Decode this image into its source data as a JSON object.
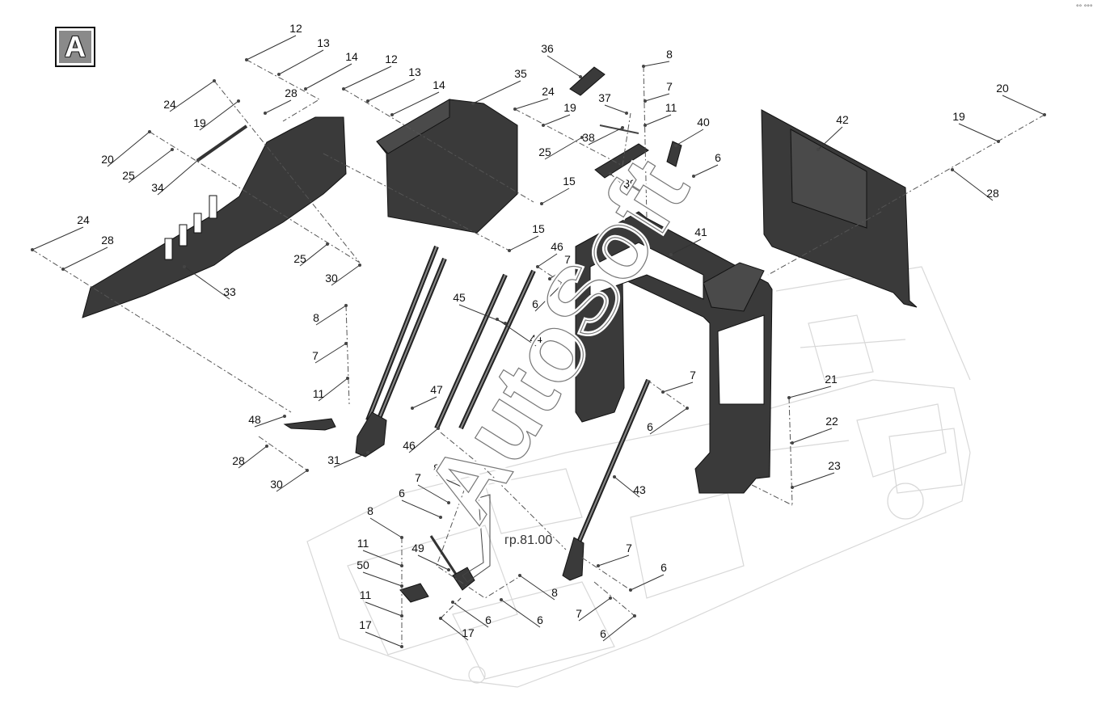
{
  "diagram": {
    "view_badge": "A",
    "watermark": "AutoSoft",
    "reference_label": "гр.81.00",
    "corner_mark": "°° °°°",
    "callouts": [
      {
        "id": "c1",
        "text": "12"
      },
      {
        "id": "c2",
        "text": "13"
      },
      {
        "id": "c3",
        "text": "14"
      },
      {
        "id": "c4",
        "text": "12"
      },
      {
        "id": "c5",
        "text": "13"
      },
      {
        "id": "c6",
        "text": "14"
      },
      {
        "id": "c7",
        "text": "36"
      },
      {
        "id": "c8",
        "text": "35"
      },
      {
        "id": "c9",
        "text": "8"
      },
      {
        "id": "c10",
        "text": "7"
      },
      {
        "id": "c11",
        "text": "37"
      },
      {
        "id": "c12",
        "text": "11"
      },
      {
        "id": "c13",
        "text": "24"
      },
      {
        "id": "c14",
        "text": "28"
      },
      {
        "id": "c15",
        "text": "19"
      },
      {
        "id": "c16",
        "text": "24"
      },
      {
        "id": "c17",
        "text": "19"
      },
      {
        "id": "c18",
        "text": "38"
      },
      {
        "id": "c19",
        "text": "40"
      },
      {
        "id": "c20",
        "text": "25"
      },
      {
        "id": "c21",
        "text": "20"
      },
      {
        "id": "c22",
        "text": "25"
      },
      {
        "id": "c23",
        "text": "34"
      },
      {
        "id": "c24",
        "text": "6"
      },
      {
        "id": "c25",
        "text": "39"
      },
      {
        "id": "c26",
        "text": "15"
      },
      {
        "id": "c27",
        "text": "42"
      },
      {
        "id": "c28",
        "text": "20"
      },
      {
        "id": "c29",
        "text": "19"
      },
      {
        "id": "c30",
        "text": "28"
      },
      {
        "id": "c31",
        "text": "24"
      },
      {
        "id": "c32",
        "text": "28"
      },
      {
        "id": "c33",
        "text": "15"
      },
      {
        "id": "c34",
        "text": "41"
      },
      {
        "id": "c35",
        "text": "46"
      },
      {
        "id": "c36",
        "text": "7"
      },
      {
        "id": "c37",
        "text": "25"
      },
      {
        "id": "c38",
        "text": "30"
      },
      {
        "id": "c39",
        "text": "33"
      },
      {
        "id": "c40",
        "text": "6"
      },
      {
        "id": "c41",
        "text": "45"
      },
      {
        "id": "c42",
        "text": "8"
      },
      {
        "id": "c43",
        "text": "44"
      },
      {
        "id": "c44",
        "text": "7"
      },
      {
        "id": "c45",
        "text": "21"
      },
      {
        "id": "c46",
        "text": "11"
      },
      {
        "id": "c47",
        "text": "47"
      },
      {
        "id": "c48",
        "text": "7"
      },
      {
        "id": "c49",
        "text": "48"
      },
      {
        "id": "c50",
        "text": "6"
      },
      {
        "id": "c51",
        "text": "22"
      },
      {
        "id": "c52",
        "text": "46"
      },
      {
        "id": "c53",
        "text": "31"
      },
      {
        "id": "c54",
        "text": "28"
      },
      {
        "id": "c55",
        "text": "23"
      },
      {
        "id": "c56",
        "text": "30"
      },
      {
        "id": "c57",
        "text": "8"
      },
      {
        "id": "c58",
        "text": "7"
      },
      {
        "id": "c59",
        "text": "43"
      },
      {
        "id": "c60",
        "text": "6"
      },
      {
        "id": "c61",
        "text": "8"
      },
      {
        "id": "c62",
        "text": "11"
      },
      {
        "id": "c63",
        "text": "49"
      },
      {
        "id": "c64",
        "text": "7"
      },
      {
        "id": "c65",
        "text": "50"
      },
      {
        "id": "c66",
        "text": "6"
      },
      {
        "id": "c67",
        "text": "8"
      },
      {
        "id": "c68",
        "text": "11"
      },
      {
        "id": "c69",
        "text": "7"
      },
      {
        "id": "c70",
        "text": "6"
      },
      {
        "id": "c71",
        "text": "6"
      },
      {
        "id": "c72",
        "text": "17"
      },
      {
        "id": "c73",
        "text": "17"
      },
      {
        "id": "c74",
        "text": "6"
      }
    ]
  }
}
